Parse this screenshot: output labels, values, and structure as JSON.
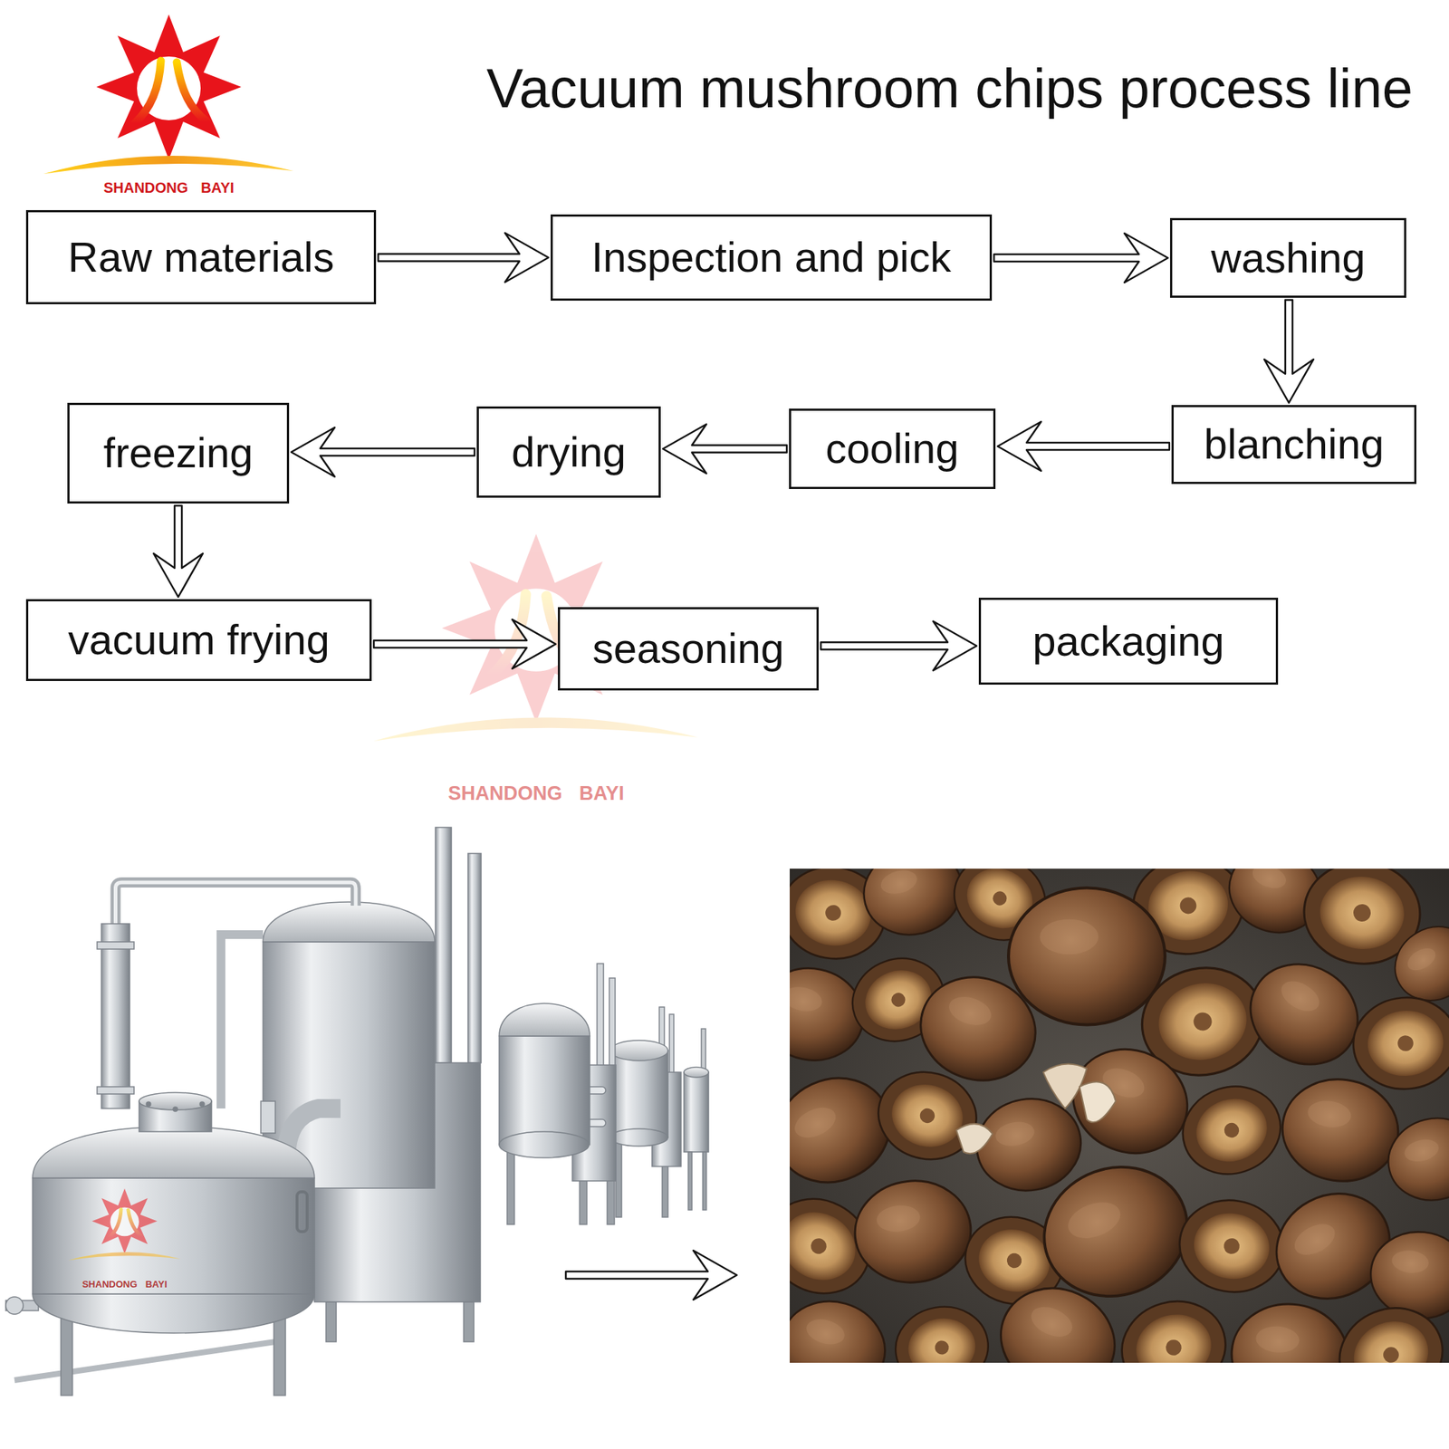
{
  "diagram": {
    "title": "Vacuum mushroom chips process line",
    "nodes": [
      {
        "text": [
          "Raw materials"
        ]
      },
      {
        "text": [
          "Inspection and pick"
        ]
      },
      {
        "text": [
          "washing"
        ]
      },
      {
        "text": [
          "blanching"
        ]
      },
      {
        "text": [
          "cooling"
        ]
      },
      {
        "text": [
          "drying"
        ]
      },
      {
        "text": [
          "freezing"
        ]
      },
      {
        "text": [
          "vacuum frying"
        ]
      },
      {
        "text": [
          "seasoning"
        ]
      },
      {
        "text": [
          "packaging"
        ]
      }
    ],
    "edges": [
      {
        "from": 0,
        "to": 1,
        "arrow": "to"
      },
      {
        "from": 1,
        "to": 2,
        "arrow": "to"
      },
      {
        "from": 2,
        "to": 3,
        "arrow": "to"
      },
      {
        "from": 3,
        "to": 4,
        "arrow": "to"
      },
      {
        "from": 4,
        "to": 5,
        "arrow": "to"
      },
      {
        "from": 5,
        "to": 6,
        "arrow": "to"
      },
      {
        "from": 6,
        "to": 7,
        "arrow": "to"
      },
      {
        "from": 7,
        "to": 8,
        "arrow": "to"
      },
      {
        "from": 8,
        "to": 9,
        "arrow": "to"
      }
    ],
    "labels": [
      "SHANDONG BAYI",
      "SHANDONG BAYI",
      "SHANDONG BAYI"
    ]
  }
}
